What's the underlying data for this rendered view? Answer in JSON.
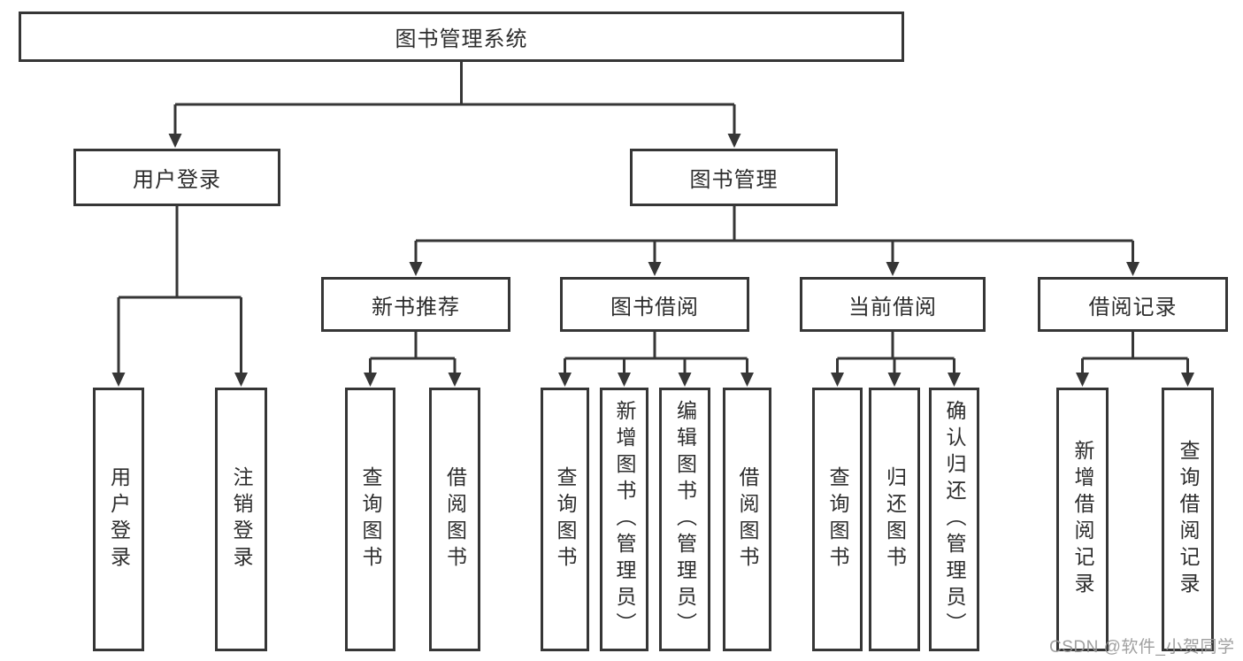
{
  "diagram": {
    "root": {
      "label": "图书管理系统"
    },
    "level2": [
      {
        "label": "用户登录"
      },
      {
        "label": "图书管理"
      }
    ],
    "level3": [
      {
        "label": "新书推荐"
      },
      {
        "label": "图书借阅"
      },
      {
        "label": "当前借阅"
      },
      {
        "label": "借阅记录"
      }
    ],
    "leaves": [
      {
        "label": "用户登录"
      },
      {
        "label": "注销登录"
      },
      {
        "label": "查询图书"
      },
      {
        "label": "借阅图书"
      },
      {
        "label": "查询图书"
      },
      {
        "label": "新增图书（管理员）"
      },
      {
        "label": "编辑图书（管理员）"
      },
      {
        "label": "借阅图书"
      },
      {
        "label": "查询图书"
      },
      {
        "label": "归还图书"
      },
      {
        "label": "确认归还（管理员）"
      },
      {
        "label": "新增借阅记录"
      },
      {
        "label": "查询借阅记录"
      }
    ],
    "hierarchy": {
      "图书管理系统": [
        "用户登录",
        "图书管理"
      ],
      "用户登录": [
        "用户登录",
        "注销登录"
      ],
      "图书管理": [
        "新书推荐",
        "图书借阅",
        "当前借阅",
        "借阅记录"
      ],
      "新书推荐": [
        "查询图书",
        "借阅图书"
      ],
      "图书借阅": [
        "查询图书",
        "新增图书（管理员）",
        "编辑图书（管理员）",
        "借阅图书"
      ],
      "当前借阅": [
        "查询图书",
        "归还图书",
        "确认归还（管理员）"
      ],
      "借阅记录": [
        "新增借阅记录",
        "查询借阅记录"
      ]
    }
  },
  "watermark": {
    "text": "CSDN @软件_小贺同学"
  },
  "colors": {
    "line": "#363636",
    "border": "#363636",
    "text": "#2d2d2d",
    "watermark": "#969696",
    "background": "#ffffff"
  }
}
